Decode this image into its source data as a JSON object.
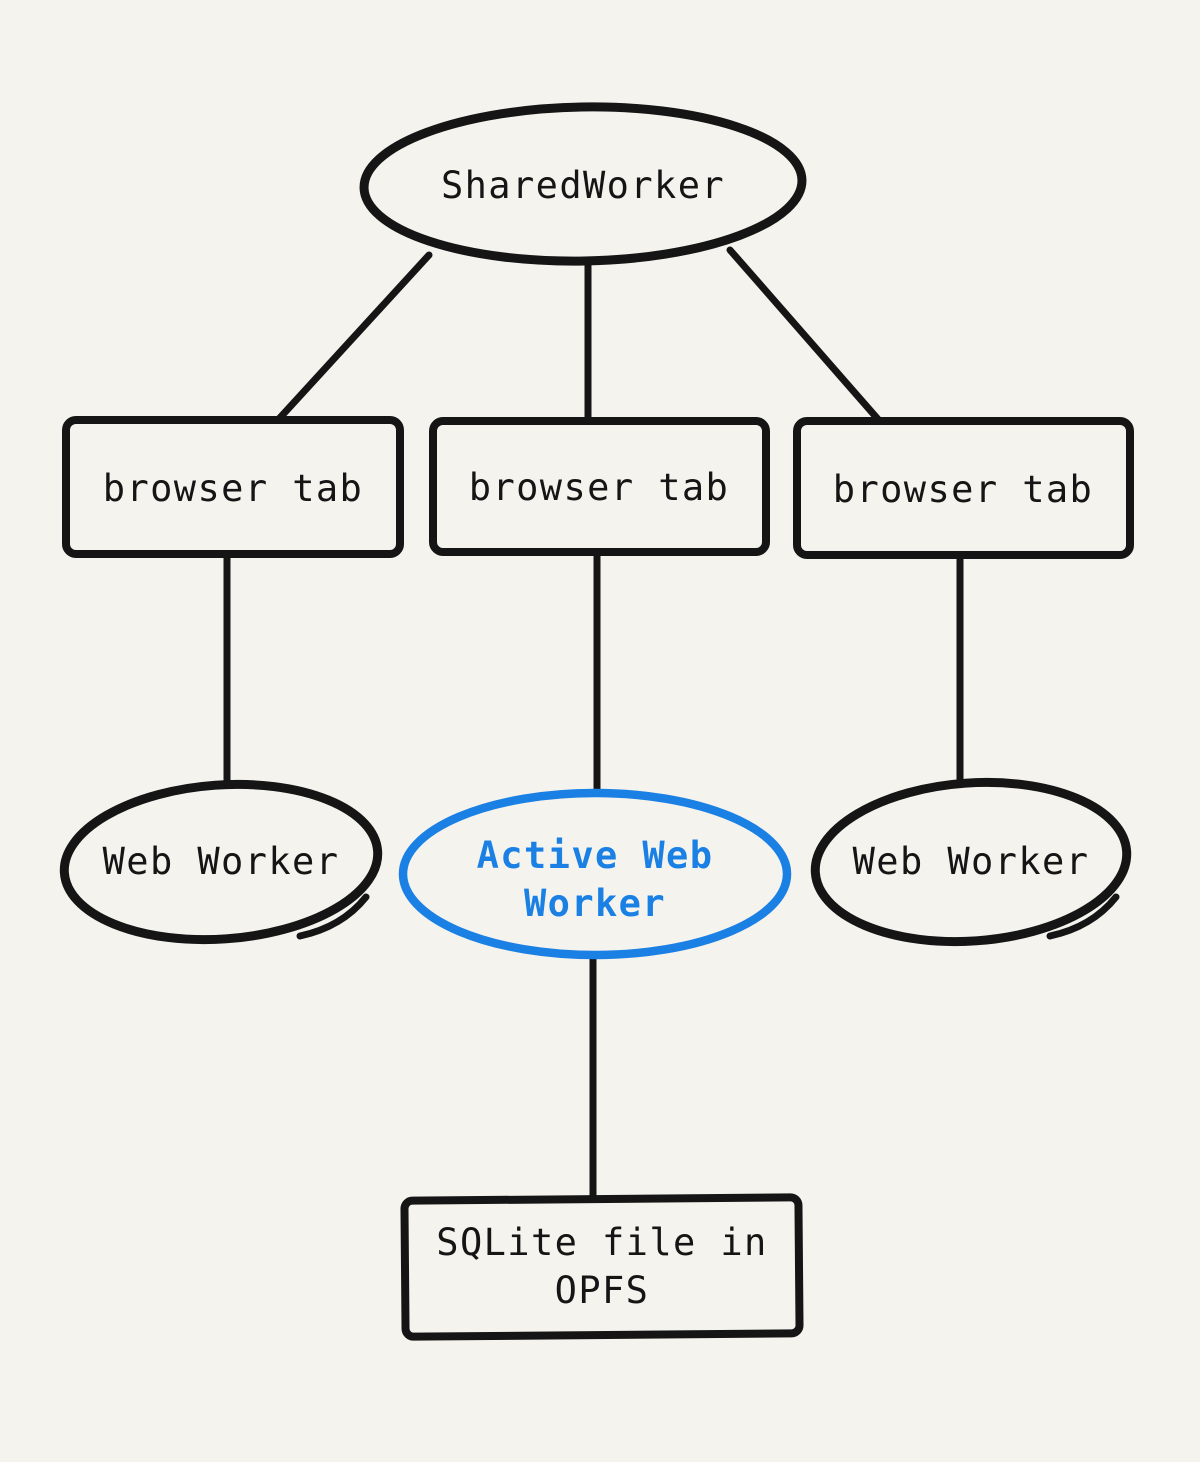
{
  "colors": {
    "bg": "#F5F3EE",
    "ink": "#151515",
    "accent": "#1B80E4"
  },
  "diagram": {
    "nodes": {
      "shared_worker": {
        "label": "SharedWorker",
        "shape": "ellipse",
        "color": "#151515"
      },
      "browser_tab_1": {
        "label": "browser tab",
        "shape": "rectangle",
        "color": "#151515"
      },
      "browser_tab_2": {
        "label": "browser tab",
        "shape": "rectangle",
        "color": "#151515"
      },
      "browser_tab_3": {
        "label": "browser tab",
        "shape": "rectangle",
        "color": "#151515"
      },
      "web_worker_left": {
        "label": "Web Worker",
        "shape": "ellipse",
        "color": "#151515"
      },
      "active_web_worker": {
        "label": "Active Web Worker",
        "shape": "ellipse",
        "color": "#1B80E4"
      },
      "web_worker_right": {
        "label": "Web Worker",
        "shape": "ellipse",
        "color": "#151515"
      },
      "sqlite_opfs": {
        "label": "SQLite file in OPFS",
        "shape": "rectangle",
        "color": "#151515"
      }
    },
    "edges": [
      {
        "from": "shared_worker",
        "to": "browser_tab_1"
      },
      {
        "from": "shared_worker",
        "to": "browser_tab_2"
      },
      {
        "from": "shared_worker",
        "to": "browser_tab_3"
      },
      {
        "from": "browser_tab_1",
        "to": "web_worker_left"
      },
      {
        "from": "browser_tab_2",
        "to": "active_web_worker"
      },
      {
        "from": "browser_tab_3",
        "to": "web_worker_right"
      },
      {
        "from": "active_web_worker",
        "to": "sqlite_opfs"
      }
    ]
  }
}
